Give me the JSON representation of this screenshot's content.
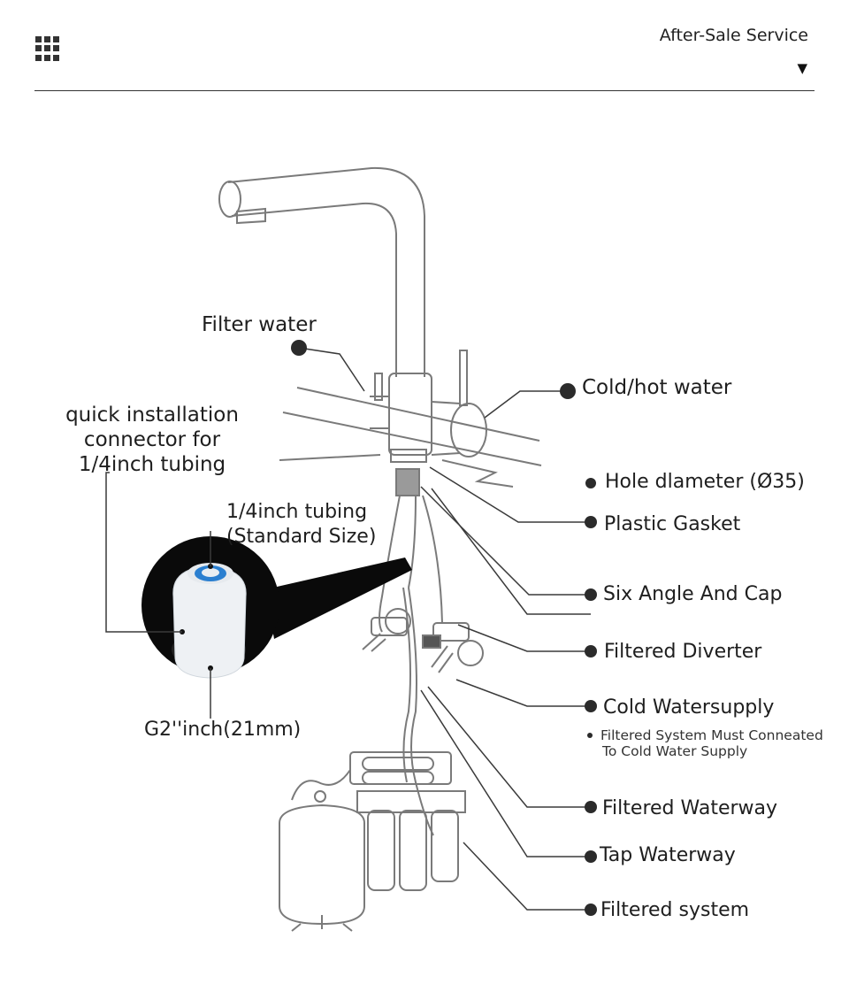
{
  "header": {
    "menu_icon": "grid-menu-icon",
    "service_label": "After-Sale Service",
    "dropdown_icon": "triangle-down-icon"
  },
  "diagram": {
    "labels": {
      "filter_water": "Filter water",
      "cold_hot_water": "Cold/hot water",
      "quick_connector_line1": "quick installation",
      "quick_connector_line2": "connector for",
      "quick_connector_line3": "1/4inch tubing",
      "tubing_line1": "1/4inch tubing",
      "tubing_line2": "(Standard Size)",
      "thread_size": "G2''inch(21mm)",
      "hole_diameter": "Hole dlameter (Ø35)",
      "plastic_gasket": "Plastic Gasket",
      "six_angle_cap": "Six Angle And Cap",
      "filtered_diverter": "Filtered Diverter",
      "cold_watersupply": "Cold Watersupply",
      "note_line1": "Filtered System Must Conneated",
      "note_line2": "To Cold Water Supply",
      "filtered_waterway": "Filtered Waterway",
      "tap_waterway": "Tap Waterway",
      "filtered_system": "Filtered system"
    },
    "colors": {
      "line": "#3a3a3a",
      "outline": "#7a7a7a",
      "dot": "#2b2b2b",
      "connector_ring": "#2a7fd0",
      "inset_bg": "#0a0a0a"
    }
  }
}
